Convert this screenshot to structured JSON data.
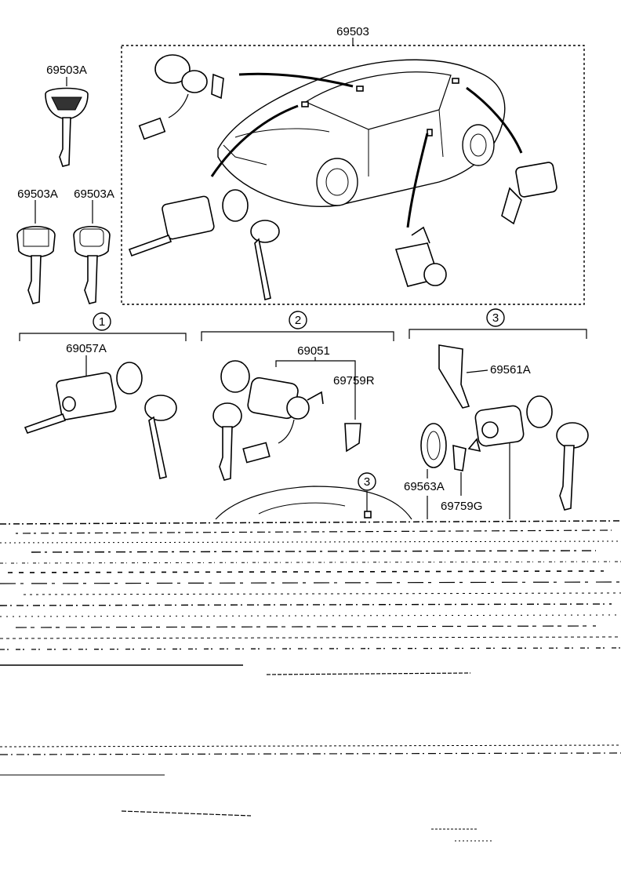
{
  "labels": {
    "assembly": "69503",
    "key_top": "69503A",
    "key_left": "69503A",
    "key_right": "69503A",
    "ign_cyl": "69057A",
    "door_set": "69051",
    "clip_r": "69759R",
    "lever": "69561A",
    "spring": "69563A",
    "clip_g": "69759G"
  },
  "groups": {
    "g1": "1",
    "g2": "2",
    "g3": "3",
    "g3_ref": "3"
  }
}
